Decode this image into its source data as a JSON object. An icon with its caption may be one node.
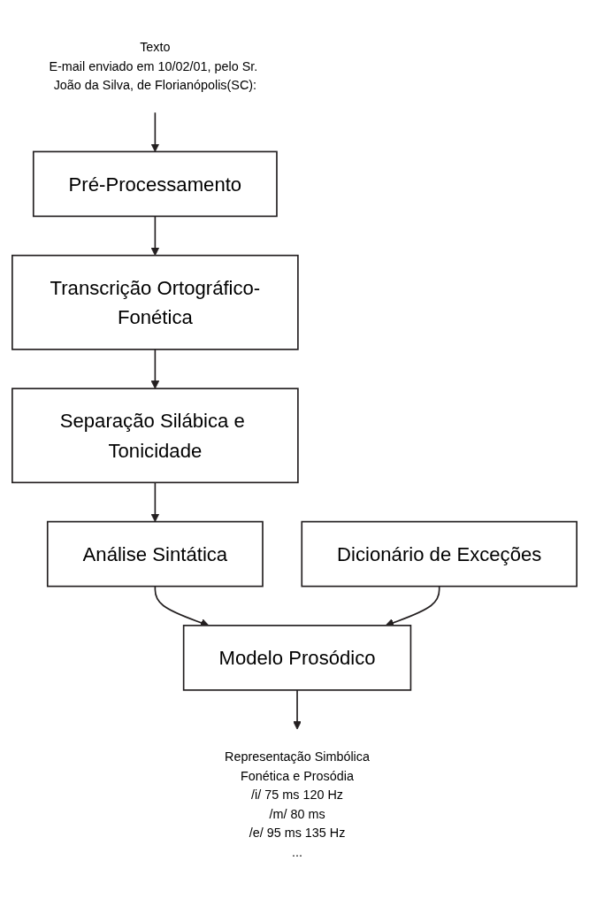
{
  "diagram": {
    "nodes": [
      {
        "text": [
          "Texto",
          "E-mail enviado em 10/02/01, pelo Sr. João da Silva, de Florianópolis(SC):"
        ]
      },
      {
        "text": [
          "Pré-Processamento"
        ]
      },
      {
        "text": [
          "Transcrição Ortográfico-Fonética"
        ]
      },
      {
        "text": [
          "Dicionário de Exceções"
        ]
      },
      {
        "text": [
          "Separação Silábica e Tonicidade"
        ]
      },
      {
        "text": [
          "Análise Sintática"
        ]
      },
      {
        "text": [
          "Modelo Prosódico"
        ]
      },
      {
        "text": [
          "Representação Simbólica",
          "Fonética e Prosódia",
          "/i/ 75 ms 120 Hz",
          "/m/ 80 ms",
          "/e/ 95 ms 135 Hz",
          "..."
        ]
      }
    ],
    "edges": [
      {
        "from": 0,
        "to": 1,
        "arrow": "to"
      },
      {
        "from": 1,
        "to": 2,
        "arrow": "to"
      },
      {
        "from": 2,
        "to": 4,
        "arrow": "to"
      },
      {
        "from": 4,
        "to": 5,
        "arrow": "to"
      },
      {
        "from": 5,
        "to": 6,
        "arrow": "to"
      },
      {
        "from": 3,
        "to": 6,
        "arrow": "to"
      },
      {
        "from": 6,
        "to": 7,
        "arrow": "to"
      }
    ]
  }
}
